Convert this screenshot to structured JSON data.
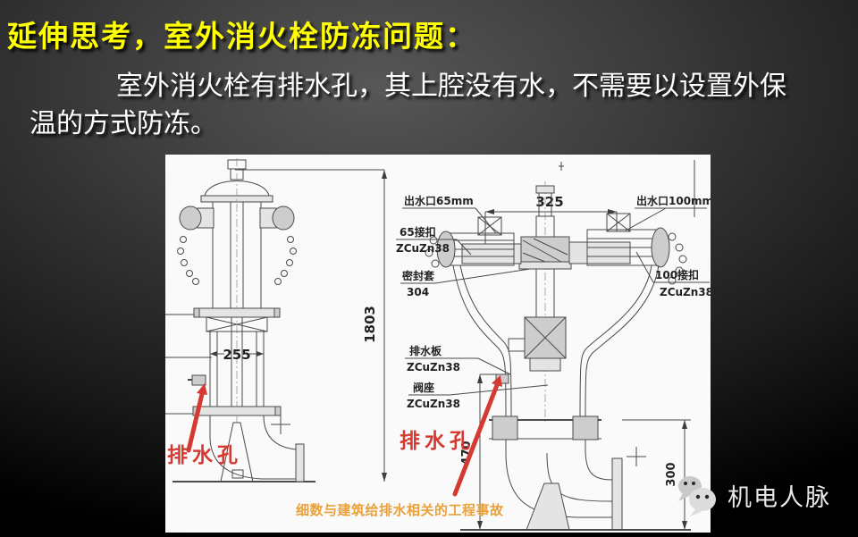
{
  "slide": {
    "title": "延伸思考，室外消火栓防冻问题：",
    "body": {
      "line1": "室外消火栓有排水孔，其上腔没有水，不需要以设置外保",
      "line2": "温的方式防冻。"
    }
  },
  "diagram": {
    "caption": "细数与建筑给排水相关的工程事故",
    "left_view": {
      "dim_height": "1803",
      "dim_width": "255",
      "drain_hole_label": "排水孔"
    },
    "right_view": {
      "dim_span": "325",
      "dim_left_height": "470",
      "dim_right_height": "300",
      "drain_hole_label": "排水孔",
      "labels": {
        "outlet_65": "出水口65mm",
        "coupling_65": "65接扣",
        "coupling_65_material": "ZCuZn38",
        "seal_sleeve": "密封套",
        "seal_sleeve_material": "304",
        "drain_plate": "排水板",
        "drain_plate_material": "ZCuZn38",
        "valve_seat": "阀座",
        "valve_seat_material": "ZCuZn38",
        "outlet_100": "出水口100mm",
        "coupling_100": "100接扣",
        "coupling_100_material": "ZCuZn38"
      }
    }
  },
  "footer": {
    "brand": "机电人脉",
    "icon": "wechat-icon"
  },
  "colors": {
    "title_color": "#ffff00",
    "body_color": "#ffffff",
    "caption_color": "#e9a13b",
    "red_color": "#d43a31",
    "panel_bg": "#fafafa",
    "brand_color": "#e8e8e8",
    "line_color": "#4a4a4a"
  }
}
